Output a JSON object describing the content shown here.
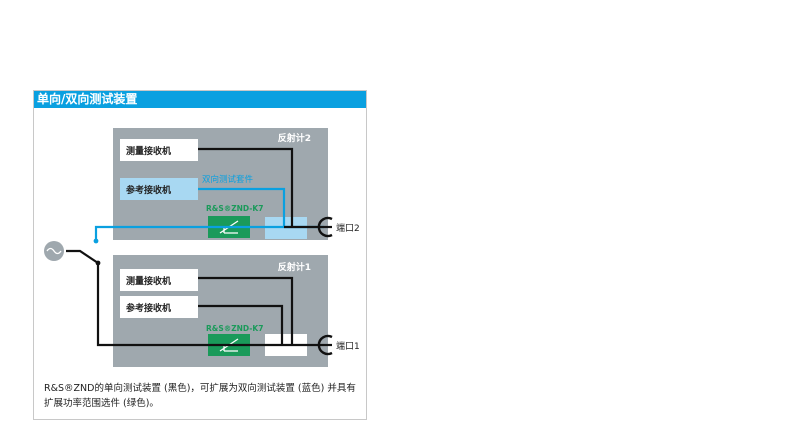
{
  "title": "单向/双向测试装置",
  "reflectometer2": {
    "label": "反射计2",
    "measure_receiver": "测量接收机",
    "reference_receiver": "参考接收机",
    "bidirectional_kit": "双向测试套件",
    "option": "R&S®ZND-K7"
  },
  "reflectometer1": {
    "label": "反射计1",
    "measure_receiver": "测量接收机",
    "reference_receiver": "参考接收机",
    "option": "R&S®ZND-K7"
  },
  "port2": "端口2",
  "port1": "端口1",
  "caption_line1": "R&S®ZND的单向测试装置 (黑色)，可扩展为双向测试装置 (蓝色) 并具有",
  "caption_line2": "扩展功率范围选件 (绿色)。",
  "colors": {
    "accent_blue": "#0aa0e0",
    "panel_gray": "#9fa8ae",
    "light_blue": "#a8d8f2",
    "green": "#1a9a5a"
  }
}
